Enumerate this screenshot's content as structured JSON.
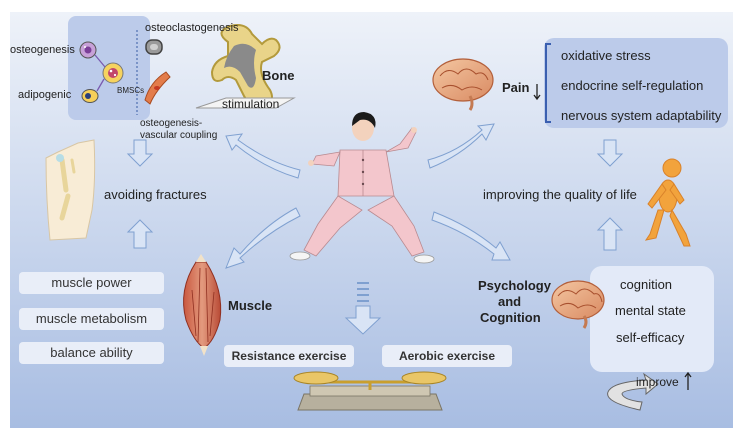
{
  "bone_panel": {
    "osteogenesis": "osteogenesis",
    "adipogenic": "adipogenic",
    "bmscs": "BMSCs",
    "osteoclastogenesis": "osteoclastogenesis",
    "coupling_line1": "osteogenesis-",
    "coupling_line2": "vascular coupling",
    "bone_label": "Bone",
    "stimulation": "stimulation"
  },
  "left": {
    "avoiding_fractures": "avoiding fractures",
    "muscle_items": [
      "muscle power",
      "muscle metabolism",
      "balance ability"
    ],
    "muscle_label": "Muscle"
  },
  "pain_panel": {
    "pain_label": "Pain",
    "items": [
      "oxidative stress",
      "endocrine self-regulation",
      "nervous system adaptability"
    ]
  },
  "right": {
    "quality_of_life": "improving the quality of life",
    "psych_line1": "Psychology",
    "psych_line2": "and",
    "psych_line3": "Cognition",
    "cognition_items": [
      "cognition",
      "mental state",
      "self-efficacy"
    ],
    "improve": "improve"
  },
  "bottom": {
    "resistance": "Resistance exercise",
    "aerobic": "Aerobic exercise"
  },
  "colors": {
    "bg_top": "#e6ecf6",
    "bg_bottom": "#a9bee2",
    "panel": "#bccbea",
    "arrow_fill": "#d9e4f5",
    "arrow_stroke": "#7fa0d0",
    "text_box": "#e9eef8"
  }
}
